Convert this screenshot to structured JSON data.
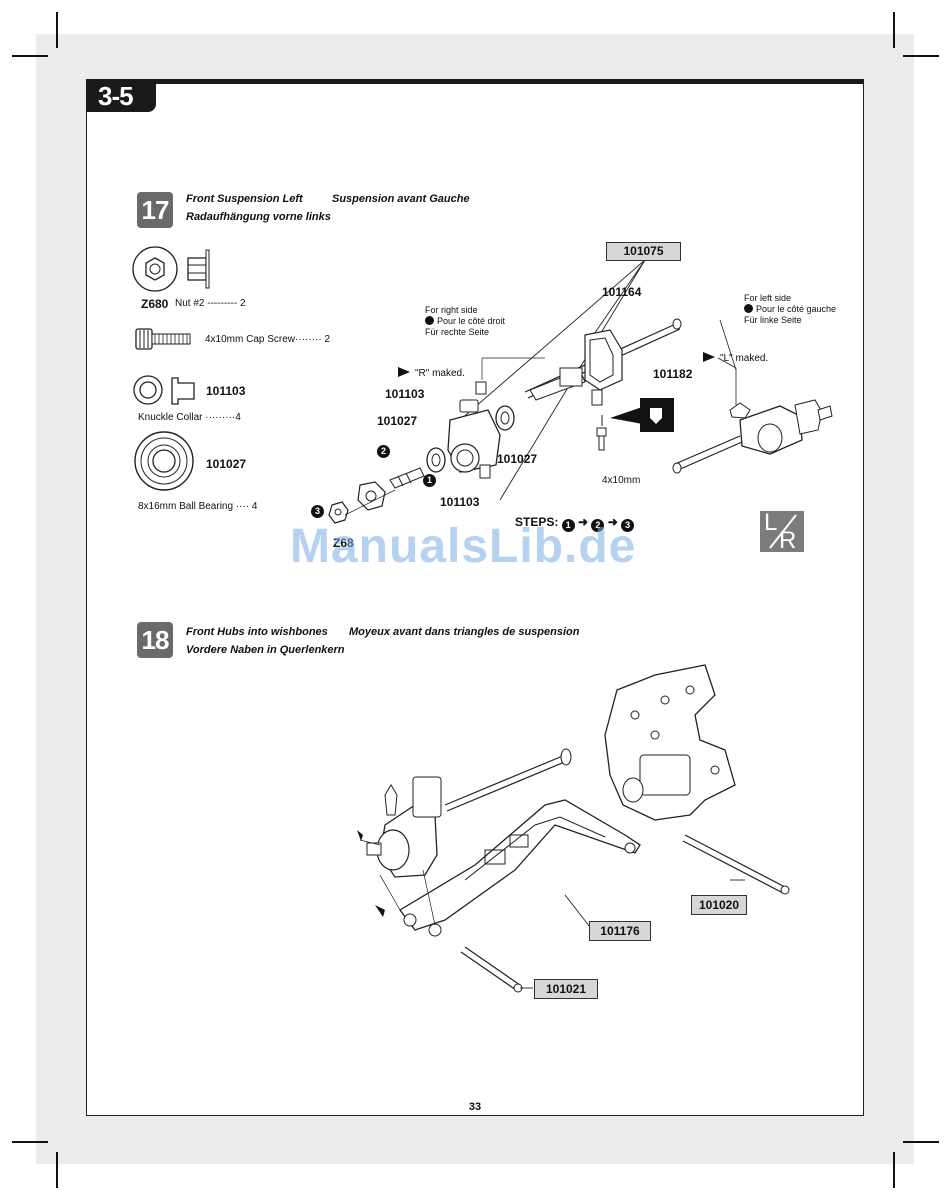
{
  "section": "3-5",
  "page_number": "33",
  "watermark": "ManualsLib.de",
  "step17": {
    "number": "17",
    "title_en": "Front Suspension Left",
    "title_fr": "Suspension avant Gauche",
    "title_de": "Radaufhängung vorne links",
    "parts_list": [
      {
        "code": "Z680",
        "name": "Nut #2",
        "qty": "--------- 2"
      },
      {
        "name": "4x10mm Cap Screw",
        "qty": "········ 2"
      },
      {
        "code": "101103",
        "name": "Knuckle Collar",
        "qty": "·········4"
      },
      {
        "code": "101027",
        "name": "8x16mm Ball Bearing",
        "qty": "···· 4"
      }
    ],
    "labels": {
      "box_101075": "101075",
      "p101164": "101164",
      "p101182": "101182",
      "p101103_top": "101103",
      "p101027_left": "101027",
      "p101027_right": "101027",
      "p101103_bottom": "101103",
      "z680_partial": "Z68",
      "screw_4x10": "4x10mm",
      "r_marked": "\"R\" maked.",
      "l_marked": "\"L\" maked.",
      "right_side": [
        "For right side",
        "Pour le côté droit",
        "Für rechte Seite"
      ],
      "left_side": [
        "For left side",
        "Pour le côté gauche",
        "Für linke Seite"
      ],
      "steps": "STEPS:",
      "step_nums": [
        "1",
        "2",
        "3"
      ],
      "lr_l": "L",
      "lr_r": "R"
    }
  },
  "step18": {
    "number": "18",
    "title_en": "Front Hubs into wishbones",
    "title_fr": "Moyeux avant dans triangles de suspension",
    "title_de": "Vordere Naben in Querlenkern",
    "labels": {
      "p101176": "101176",
      "p101020": "101020",
      "p101021": "101021"
    }
  }
}
